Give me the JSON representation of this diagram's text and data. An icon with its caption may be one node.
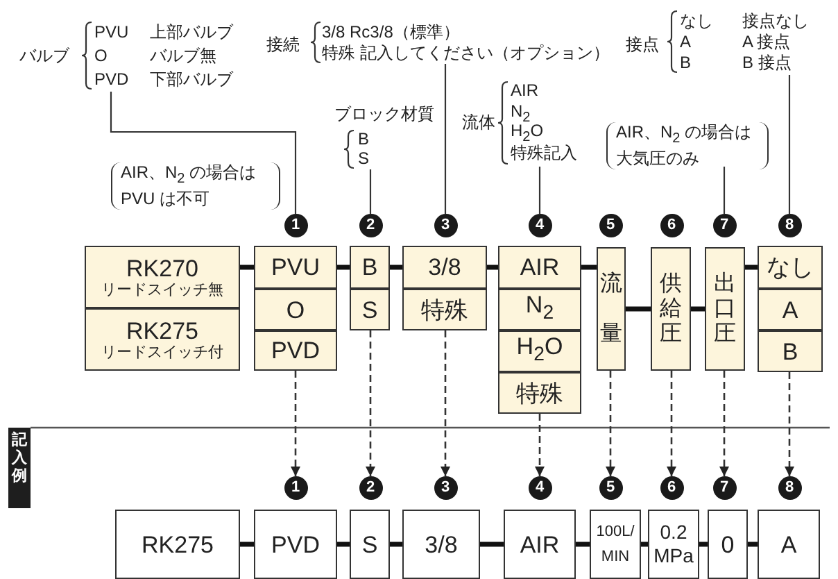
{
  "diagram": {
    "nodes": [
      {
        "text": [
          "バルブ",
          "PVU",
          "上部バルブ",
          "O",
          "バルブ無",
          "PVD",
          "下部バルブ"
        ]
      },
      {
        "text": [
          "接続",
          "3/8 Rc3/8（標準）",
          "特殊 記入してください（オプション）"
        ]
      },
      {
        "text": [
          "接点",
          "なし",
          "接点なし",
          "A",
          "A 接点",
          "B",
          "B 接点"
        ]
      },
      {
        "text": [
          "ブロック材質",
          "B",
          "S"
        ]
      },
      {
        "text": [
          "流体",
          "AIR",
          "N$_{2}$",
          "H$_{2}$O",
          "特殊記入"
        ]
      },
      {
        "text": [
          "AIR、N$_{2}$ の場合は大気圧のみ"
        ]
      },
      {
        "text": [
          "1"
        ]
      },
      {
        "text": [
          "2"
        ]
      },
      {
        "text": [
          "3"
        ]
      },
      {
        "text": [
          "4"
        ]
      },
      {
        "text": [
          "5"
        ]
      },
      {
        "text": [
          "6"
        ]
      },
      {
        "text": [
          "7"
        ]
      },
      {
        "text": [
          "8"
        ]
      },
      {
        "text": [
          "RK270",
          "リードスイッチ無"
        ]
      },
      {
        "text": [
          "RK275",
          "リードスイッチ付"
        ]
      },
      {
        "text": [
          "PVU"
        ]
      },
      {
        "text": [
          "O"
        ]
      },
      {
        "text": [
          "PVD"
        ]
      },
      {
        "text": [
          "B"
        ]
      },
      {
        "text": [
          "S"
        ]
      },
      {
        "text": [
          "3/8"
        ]
      },
      {
        "text": [
          "特殊"
        ]
      },
      {
        "text": [
          "AIR"
        ]
      },
      {
        "text": [
          "N$_{2}$"
        ]
      },
      {
        "text": [
          "H$_{2}$O"
        ]
      },
      {
        "text": [
          "特殊"
        ]
      },
      {
        "text": [
          "流量"
        ]
      },
      {
        "text": [
          "供給圧"
        ]
      },
      {
        "text": [
          "出口圧"
        ]
      },
      {
        "text": [
          "なし"
        ]
      },
      {
        "text": [
          "A"
        ]
      },
      {
        "text": [
          "B"
        ]
      },
      {
        "text": [
          "1"
        ]
      },
      {
        "text": [
          "2"
        ]
      },
      {
        "text": [
          "3"
        ]
      },
      {
        "text": [
          "4"
        ]
      },
      {
        "text": [
          "5"
        ]
      },
      {
        "text": [
          "6"
        ]
      },
      {
        "text": [
          "7"
        ]
      },
      {
        "text": [
          "8"
        ]
      },
      {
        "text": [
          "RK275"
        ]
      },
      {
        "text": [
          "PVD"
        ]
      },
      {
        "text": [
          "S"
        ]
      },
      {
        "text": [
          "3/8"
        ]
      },
      {
        "text": [
          "AIR"
        ]
      },
      {
        "text": [
          "100L/ MIN"
        ]
      },
      {
        "text": [
          "0.2 MPa"
        ]
      },
      {
        "text": [
          "0"
        ]
      },
      {
        "text": [
          "A"
        ]
      }
    ],
    "edges": [
      {
        "from": 14,
        "to": 16,
        "arrow": "none"
      },
      {
        "from": 16,
        "to": 19,
        "arrow": "none"
      },
      {
        "from": 19,
        "to": 21,
        "arrow": "none"
      },
      {
        "from": 21,
        "to": 23,
        "arrow": "none"
      },
      {
        "from": 23,
        "to": 27,
        "arrow": "none"
      },
      {
        "from": 27,
        "to": 28,
        "arrow": "none"
      },
      {
        "from": 28,
        "to": 29,
        "arrow": "none"
      },
      {
        "from": 29,
        "to": 30,
        "arrow": "none"
      },
      {
        "from": 18,
        "to": 33,
        "arrow": "to",
        "style": "dashed"
      },
      {
        "from": 20,
        "to": 34,
        "arrow": "to",
        "style": "dashed"
      },
      {
        "from": 22,
        "to": 35,
        "arrow": "to",
        "style": "dashed"
      },
      {
        "from": 26,
        "to": 36,
        "arrow": "to",
        "style": "dashed"
      },
      {
        "from": 27,
        "to": 37,
        "arrow": "to",
        "style": "dashed"
      },
      {
        "from": 28,
        "to": 38,
        "arrow": "to",
        "style": "dashed"
      },
      {
        "from": 29,
        "to": 39,
        "arrow": "to",
        "style": "dashed"
      },
      {
        "from": 32,
        "to": 40,
        "arrow": "to",
        "style": "dashed"
      },
      {
        "from": 41,
        "to": 42,
        "arrow": "none"
      },
      {
        "from": 42,
        "to": 43,
        "arrow": "none"
      },
      {
        "from": 43,
        "to": 44,
        "arrow": "none"
      },
      {
        "from": 44,
        "to": 45,
        "arrow": "none"
      },
      {
        "from": 45,
        "to": 46,
        "arrow": "none"
      },
      {
        "from": 46,
        "to": 47,
        "arrow": "none"
      },
      {
        "from": 47,
        "to": 48,
        "arrow": "none"
      },
      {
        "from": 48,
        "to": 49,
        "arrow": "none"
      },
      {
        "from": 0,
        "to": 6,
        "arrow": "none"
      },
      {
        "from": 3,
        "to": 7,
        "arrow": "none"
      },
      {
        "from": 1,
        "to": 8,
        "arrow": "none"
      },
      {
        "from": 4,
        "to": 9,
        "arrow": "none"
      },
      {
        "from": 5,
        "to": 12,
        "arrow": "none"
      },
      {
        "from": 2,
        "to": 13,
        "arrow": "none"
      }
    ],
    "labels": [
      "AIR、N$_{2}$ の場合は PVU は不可",
      "記入例"
    ]
  }
}
